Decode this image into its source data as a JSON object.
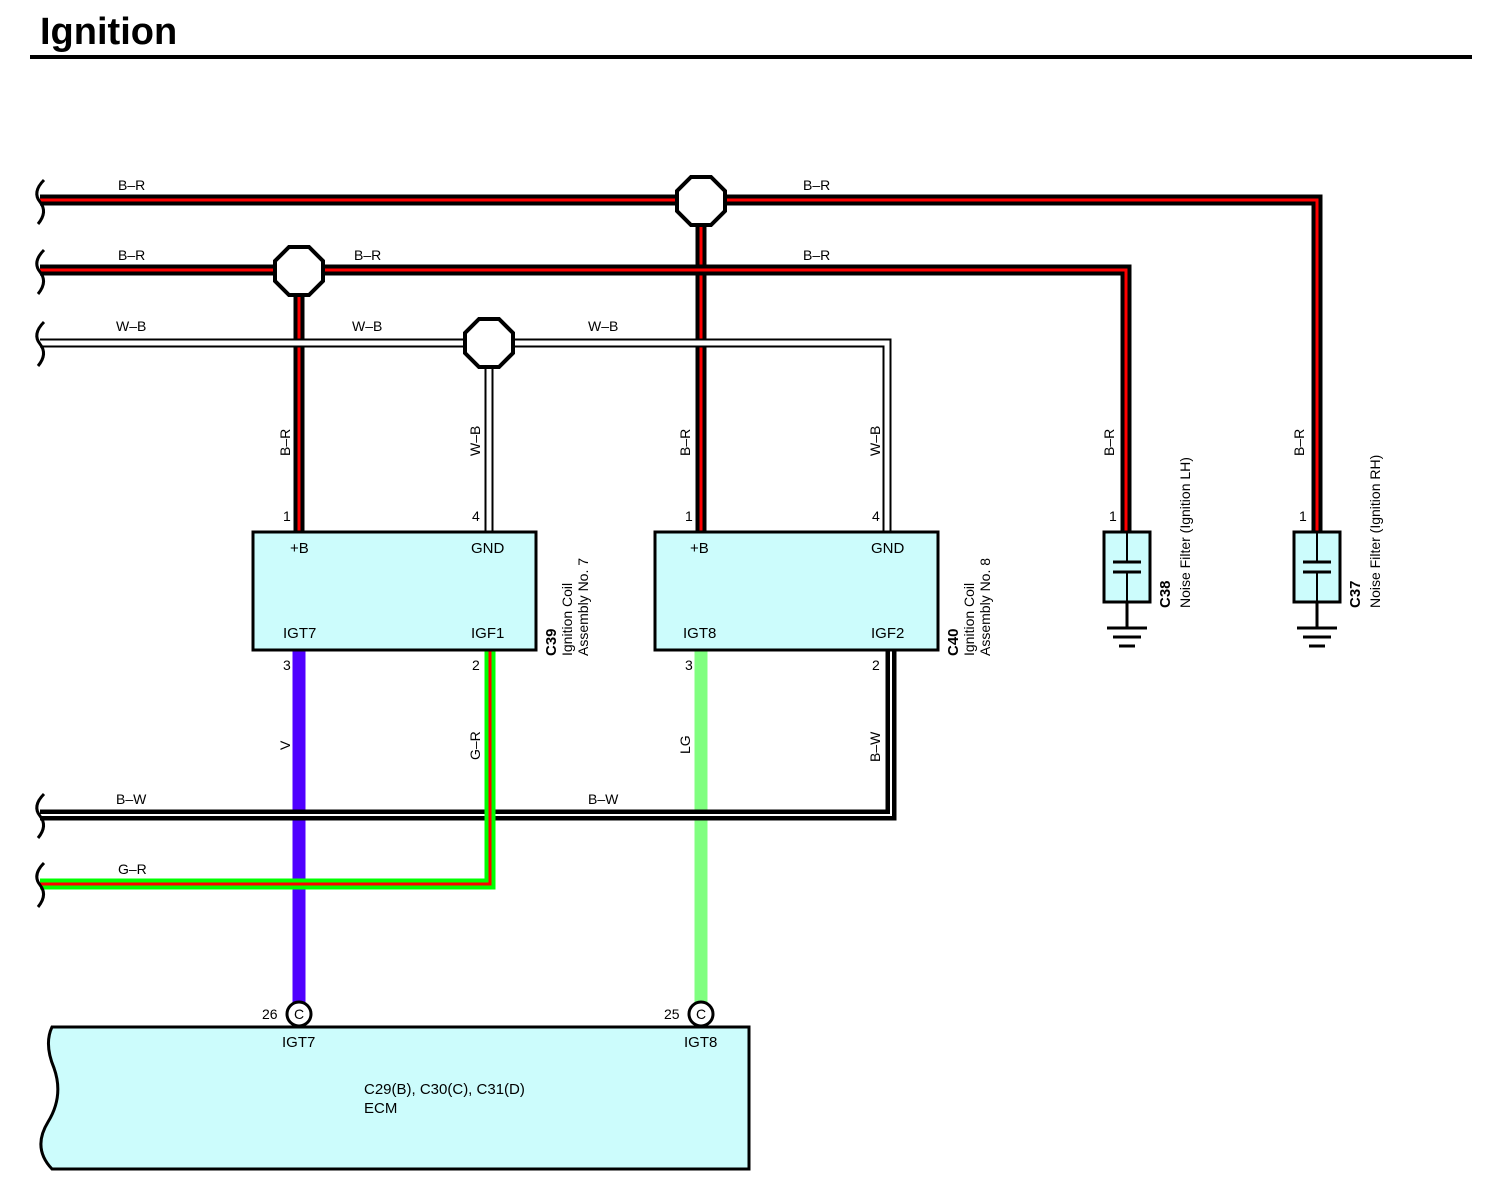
{
  "title": "Ignition",
  "colors": {
    "component_fill": "#ccfcfc",
    "black": "#000000",
    "red": "#ff0000",
    "white": "#ffffff",
    "violet": "#5000ff",
    "light_green": "#80ff80",
    "green": "#00ff00"
  },
  "wires": {
    "br": "B–R",
    "wb": "W–B",
    "bw": "B–W",
    "gr": "G–R",
    "v": "V",
    "lg": "LG"
  },
  "coil7": {
    "code": "C39",
    "name_line1": "Ignition Coil",
    "name_line2": "Assembly No. 7",
    "pin_b": "1",
    "pin_gnd": "4",
    "pin_igt": "3",
    "pin_igf": "2",
    "term_b": "+B",
    "term_gnd": "GND",
    "term_igt": "IGT7",
    "term_igf": "IGF1"
  },
  "coil8": {
    "code": "C40",
    "name_line1": "Ignition Coil",
    "name_line2": "Assembly No. 8",
    "pin_b": "1",
    "pin_gnd": "4",
    "pin_igt": "3",
    "pin_igf": "2",
    "term_b": "+B",
    "term_gnd": "GND",
    "term_igt": "IGT8",
    "term_igf": "IGF2"
  },
  "filter_lh": {
    "code": "C38",
    "name": "Noise Filter (Ignition LH)",
    "pin": "1"
  },
  "filter_rh": {
    "code": "C37",
    "name": "Noise Filter (Ignition RH)",
    "pin": "1"
  },
  "ecm": {
    "connectors": "C29(B), C30(C), C31(D)",
    "name": "ECM",
    "pin_igt7": "26",
    "pin_igt8": "25",
    "conn_letter_igt7": "C",
    "conn_letter_igt8": "C",
    "term_igt7": "IGT7",
    "term_igt8": "IGT8"
  }
}
